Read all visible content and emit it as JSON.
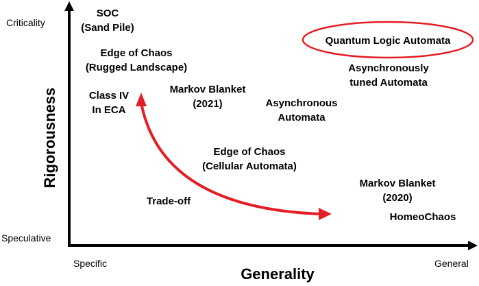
{
  "y_axis": {
    "title": "Rigorousness",
    "top_label": "Criticality",
    "bottom_label": "Speculative"
  },
  "x_axis": {
    "title": "Generality",
    "left_label": "Specific",
    "right_label": "General"
  },
  "items": [
    {
      "id": "soc",
      "lines": [
        "SOC",
        "(Sand Pile)"
      ]
    },
    {
      "id": "edge-chaos-rugged",
      "lines": [
        "Edge of Chaos",
        "(Rugged Landscape)"
      ]
    },
    {
      "id": "class-iv",
      "lines": [
        "Class IV",
        "In ECA"
      ]
    },
    {
      "id": "markov-2021",
      "lines": [
        "Markov Blanket",
        "(2021)"
      ]
    },
    {
      "id": "async-automata",
      "lines": [
        "Asynchronous",
        "Automata"
      ]
    },
    {
      "id": "edge-chaos-ca",
      "lines": [
        "Edge of Chaos",
        "(Cellular Automata)"
      ]
    },
    {
      "id": "trade-off",
      "lines": [
        "Trade-off"
      ]
    },
    {
      "id": "markov-2020",
      "lines": [
        "Markov Blanket",
        "(2020)"
      ]
    },
    {
      "id": "homeochaos",
      "lines": [
        "HomeoChaos"
      ]
    },
    {
      "id": "quantum-logic",
      "lines": [
        "Quantum Logic Automata"
      ],
      "highlighted": true
    },
    {
      "id": "async-tuned",
      "lines": [
        "Asynchronously",
        "tuned Automata"
      ]
    }
  ],
  "colors": {
    "axis": "#000000",
    "highlight": "#e31e24",
    "tradeoff_arrow": "#e31e24"
  }
}
